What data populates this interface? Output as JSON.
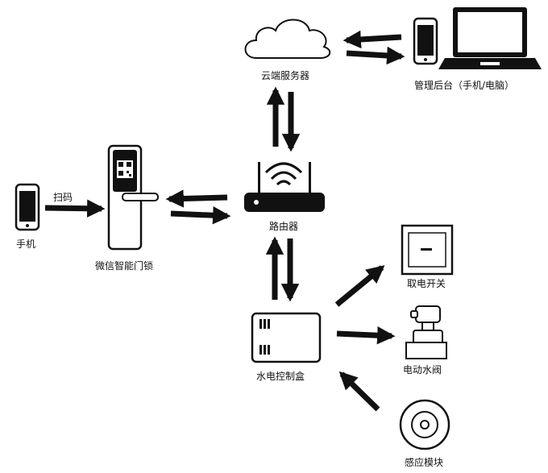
{
  "labels": {
    "cloud": "云端服务器",
    "admin": "管理后台（手机/电脑）",
    "phone": "手机",
    "scan": "扫码",
    "lock": "微信智能门锁",
    "router": "路由器",
    "power_switch": "取电开关",
    "valve": "电动水阀",
    "controller": "水电控制盒",
    "sensor": "感应模块"
  },
  "colors": {
    "stroke": "#111111",
    "fill": "#ffffff",
    "arrow": "#111111"
  }
}
